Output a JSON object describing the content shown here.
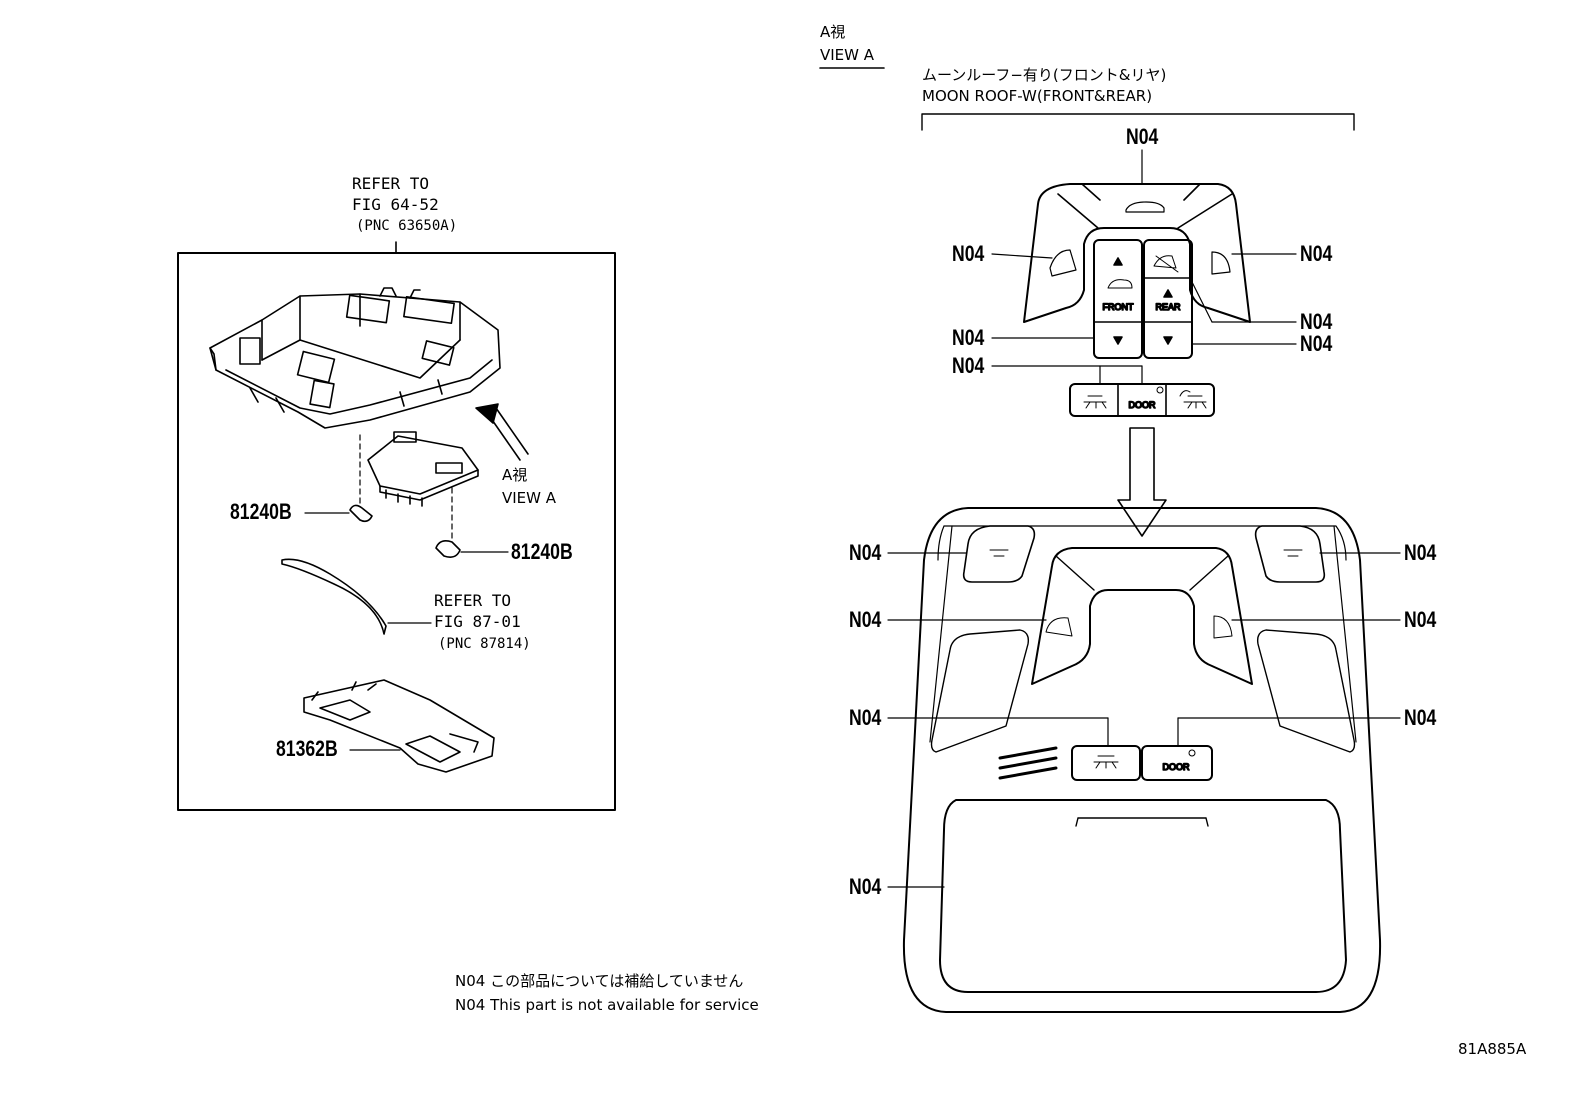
{
  "left_panel": {
    "refer_roof": [
      "REFER TO",
      "FIG 64-52",
      "(PNC 63650A)"
    ],
    "view_a_jp": "A視",
    "view_a_en": "VIEW A",
    "refer_trim": [
      "REFER TO",
      "FIG 87-01",
      "(PNC 87814)"
    ],
    "part_bulb_left": "81240B",
    "part_bulb_right": "81240B",
    "part_cover": "81362B"
  },
  "view_a": {
    "title_jp": "A視",
    "title_en": "VIEW A",
    "variant_jp": "ムーンルーフ−有り(フロント&リヤ)",
    "variant_en": "MOON ROOF-W(FRONT&REAR)"
  },
  "switch_labels": {
    "front": "FRONT",
    "rear": "REAR",
    "door": "DOOR",
    "door2": "DOOR"
  },
  "callouts": {
    "top": "N04",
    "upper_left": "N04",
    "upper_right": "N04",
    "mid_right_1": "N04",
    "mid_left": "N04",
    "mid_right_2": "N04",
    "lower_left": "N04",
    "assy_lamp_left": "N04",
    "assy_lamp_right": "N04",
    "assy_side_left": "N04",
    "assy_side_right": "N04",
    "assy_btn_left": "N04",
    "assy_btn_right": "N04",
    "assy_lens": "N04"
  },
  "notes": {
    "jp": "N04 この部品については補給していません",
    "en": "N04 This part is not available for service"
  },
  "figure_id": "81A885A"
}
